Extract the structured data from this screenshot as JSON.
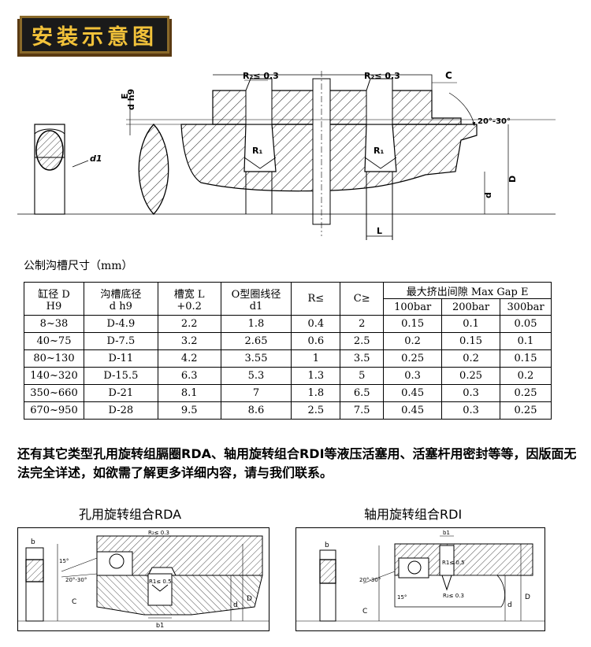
{
  "header": {
    "title": "安装示意图"
  },
  "diagram": {
    "labels": {
      "r2_left": "R₂≤ 0.3",
      "r2_right": "R₂≤ 0.3",
      "c": "C",
      "angle": "20°-30°",
      "e": "E",
      "d_h9": "d h9",
      "d1": "d1",
      "r1_left": "R₁",
      "r1_right": "R₁",
      "d_small": "d",
      "d_big": "D",
      "l": "L"
    }
  },
  "table": {
    "caption": "公制沟槽尺寸（mm）",
    "headers": {
      "bore": "缸径 D",
      "bore_sub": "H9",
      "groove_dia": "沟槽底径",
      "groove_dia_sub": "d h9",
      "groove_width": "槽宽 L",
      "groove_width_sub": "+0.2",
      "oring": "O型圈线径",
      "oring_sub": "d1",
      "r": "R≤",
      "c": "C≥",
      "gap": "最大挤出间隙 Max Gap E",
      "p100": "100bar",
      "p200": "200bar",
      "p300": "300bar"
    },
    "rows": [
      [
        "8~38",
        "D-4.9",
        "2.2",
        "1.8",
        "0.4",
        "2",
        "0.15",
        "0.1",
        "0.05"
      ],
      [
        "40~75",
        "D-7.5",
        "3.2",
        "2.65",
        "0.6",
        "2.5",
        "0.2",
        "0.15",
        "0.1"
      ],
      [
        "80~130",
        "D-11",
        "4.2",
        "3.55",
        "1",
        "3.5",
        "0.25",
        "0.2",
        "0.15"
      ],
      [
        "140~320",
        "D-15.5",
        "6.3",
        "5.3",
        "1.3",
        "5",
        "0.3",
        "0.25",
        "0.2"
      ],
      [
        "350~660",
        "D-21",
        "8.1",
        "7",
        "1.8",
        "6.5",
        "0.45",
        "0.3",
        "0.25"
      ],
      [
        "670~950",
        "D-28",
        "9.5",
        "8.6",
        "2.5",
        "7.5",
        "0.45",
        "0.3",
        "0.25"
      ]
    ]
  },
  "note": "还有其它类型孔用旋转组膈圈RDA、轴用旋转组合RDI等液压活塞用、活塞杆用密封等等，因版面无法完全详述，如欲需了解更多详细内容，请与我们联系。",
  "bottom": {
    "rda": {
      "title": "孔用旋转组合RDA",
      "labels": {
        "b": "b",
        "r2": "R₂≤ 0.3",
        "r1": "R1≤ 0.5",
        "angle1": "15°",
        "angle2": "20°-30°",
        "c": "C",
        "d": "d",
        "D": "D",
        "b1": "b1"
      }
    },
    "rdi": {
      "title": "轴用旋转组合RDI",
      "labels": {
        "b": "b",
        "b1": "b1",
        "r1": "R1≤ 0.5",
        "r2": "R₂≤ 0.3",
        "angle1": "20°-30°",
        "angle2": "15°",
        "c": "C",
        "d": "d",
        "D": "D"
      }
    }
  }
}
